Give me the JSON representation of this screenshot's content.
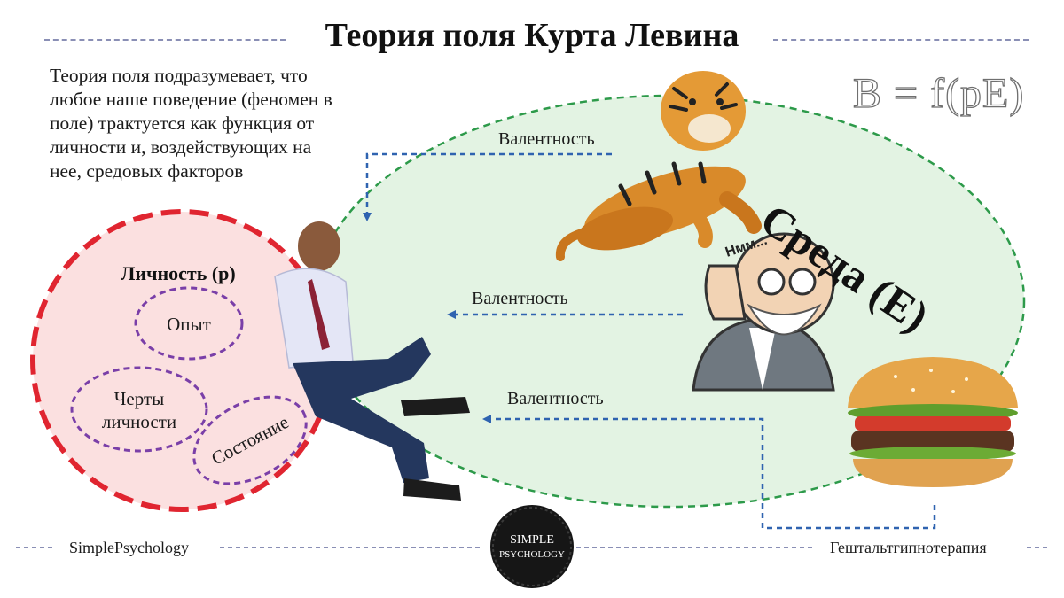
{
  "title": "Теория поля Курта Левина",
  "description": "Теория поля подразумевает, что любое наше поведение (феномен в поле) трактуется как функция от личности и, воздействующих на нее, средовых факторов",
  "formula": "B = f(pE)",
  "environment": {
    "label": "Среда (E)"
  },
  "person": {
    "label": "Личность (p)",
    "components": [
      "Опыт",
      "Черты личности",
      "Состояние"
    ]
  },
  "valences": [
    "Валентность",
    "Валентность",
    "Валентность"
  ],
  "stimuli": {
    "top": "tiger-icon",
    "middle": "freud-icon",
    "bottom": "burger-icon"
  },
  "speech_bubble": "Hмм...",
  "footer": {
    "left": "SimplePsychology",
    "right": "Гештальтгипнотерапия",
    "logo_line1": "SIMPLE",
    "logo_line2": "PSYCHOLOGY"
  },
  "colors": {
    "environment_fill": "#e3f3e3",
    "environment_border": "#2d9a4a",
    "person_fill": "#fbe0e0",
    "person_border": "#e02530",
    "component_border": "#7a3fa8",
    "arrow": "#2f63b0",
    "divider": "#8a8fb5"
  }
}
